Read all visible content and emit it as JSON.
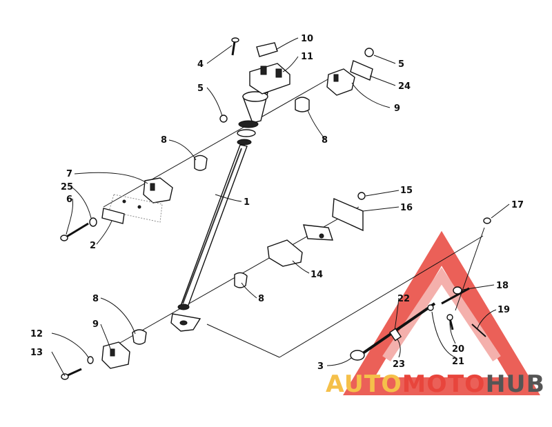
{
  "callouts": [
    "10",
    "4",
    "11",
    "5",
    "5",
    "24",
    "9",
    "8",
    "8",
    "7",
    "25",
    "6",
    "1",
    "2",
    "15",
    "16",
    "17",
    "14",
    "8",
    "18",
    "8",
    "9",
    "22",
    "19",
    "12",
    "13",
    "20",
    "21",
    "3",
    "23"
  ],
  "watermark": {
    "part1": "AUTO",
    "part2": "MOTO",
    "part3": "HUB",
    "color_yellow": "#f5c04a",
    "color_red": "#e8453c",
    "color_gray": "#555555"
  }
}
